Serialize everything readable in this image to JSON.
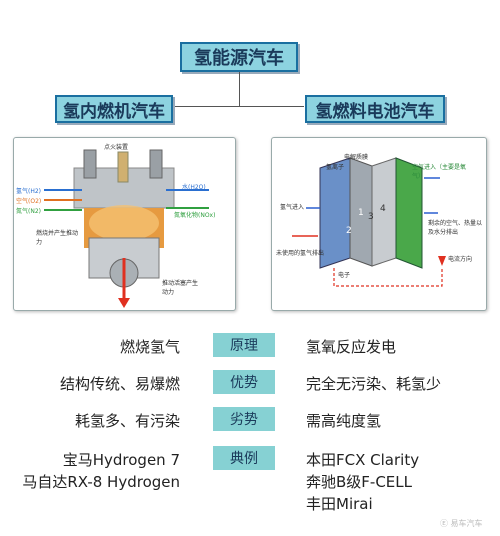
{
  "title": "氢能源汽车",
  "branches": {
    "left": "氢内燃机汽车",
    "right": "氢燃料电池汽车"
  },
  "engine_labels": {
    "spark": "点火装置",
    "h2": "氢气(H2)",
    "o2": "空气(O2)",
    "n2": "氮气(N2)",
    "water": "水(H2O)",
    "nox": "氮氧化物(NOx)",
    "combustion": "燃烧并产生推动力",
    "piston": "推动活塞产生动力"
  },
  "fuelcell_labels": {
    "electrolyte": "电解质膜",
    "proton": "氢离子",
    "air_in": "空气进入（主要是氧气）",
    "h2_in": "氢气进入",
    "excess_air": "剩余的空气、热量以及水分排出",
    "unused_h2": "未使用的氢气排出",
    "electron": "电子",
    "current": "电流方向",
    "n1": "1",
    "n2": "2",
    "n3": "3",
    "n4": "4"
  },
  "rows": [
    {
      "left": "燃烧氢气",
      "tag": "原理",
      "right": "氢氧反应发电"
    },
    {
      "left": "结构传统、易爆燃",
      "tag": "优势",
      "right": "完全无污染、耗氢少"
    },
    {
      "left": "耗氢多、有污染",
      "tag": "劣势",
      "right": "需高纯度氢"
    }
  ],
  "examples": {
    "tag": "典例",
    "left": [
      "宝马Hydrogen 7",
      "马自达RX-8 Hydrogen"
    ],
    "right": [
      "本田FCX Clarity",
      "奔驰B级F-CELL",
      "丰田Mirai"
    ]
  },
  "watermark": "Ⓔ 易车汽车",
  "colors": {
    "box_fill": "#8dd3e0",
    "box_border": "#1a6fa0",
    "tag_fill": "#86d1d3"
  }
}
